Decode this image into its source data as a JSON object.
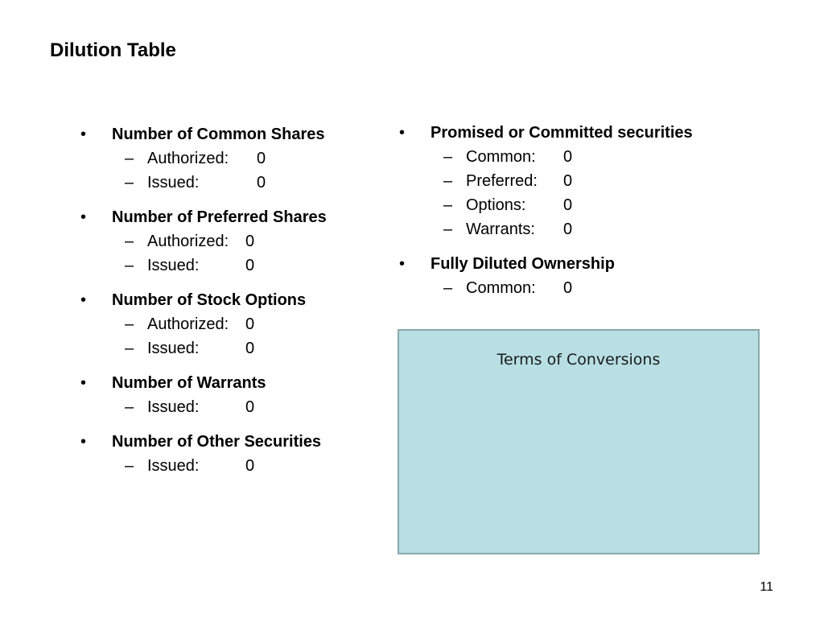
{
  "slide": {
    "title": "Dilution Table",
    "page_number": "11",
    "bullet_glyph": "•",
    "dash_glyph": "–"
  },
  "left_column": [
    {
      "heading": "Number of Common Shares",
      "items": [
        {
          "label": "Authorized:",
          "value": "0"
        },
        {
          "label": "Issued:",
          "value": "0"
        }
      ]
    },
    {
      "heading": "Number of Preferred Shares",
      "items": [
        {
          "label": "Authorized:",
          "value": "0"
        },
        {
          "label": "Issued:",
          "value": "0"
        }
      ]
    },
    {
      "heading": "Number of Stock Options",
      "items": [
        {
          "label": "Authorized:",
          "value": "0"
        },
        {
          "label": "Issued:",
          "value": "0"
        }
      ]
    },
    {
      "heading": "Number of Warrants",
      "items": [
        {
          "label": "Issued:",
          "value": "0"
        }
      ]
    },
    {
      "heading": "Number of Other Securities",
      "items": [
        {
          "label": "Issued:",
          "value": "0"
        }
      ]
    }
  ],
  "right_column": [
    {
      "heading": "Promised or Committed securities",
      "items": [
        {
          "label": "Common:",
          "value": "0"
        },
        {
          "label": "Preferred:",
          "value": "0"
        },
        {
          "label": "Options:",
          "value": "0"
        },
        {
          "label": "Warrants:",
          "value": "0"
        }
      ]
    },
    {
      "heading": "Fully Diluted Ownership",
      "items": [
        {
          "label": "Common:",
          "value": "0"
        }
      ]
    }
  ],
  "terms_box": {
    "label": "Terms of Conversions",
    "fill_color": "#b8dfe3",
    "border_color": "#8aa9ab"
  }
}
